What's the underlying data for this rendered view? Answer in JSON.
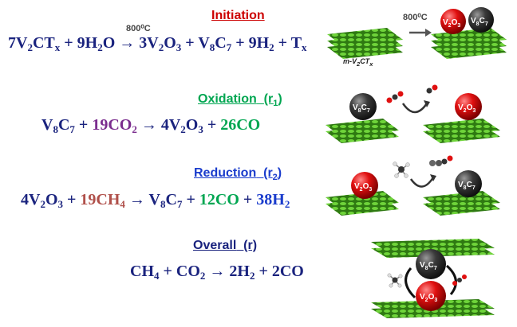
{
  "sections": {
    "initiation": {
      "heading": "Initiation",
      "condition": "800⁰C",
      "equation": {
        "r1": "7V",
        "r1a": "2",
        "r1b": "CT",
        "r1c": "x",
        "plus1": " + 9H",
        "plus1a": "2",
        "plus1b": "O ",
        "arrow": "→",
        "p1": " 3V",
        "p1a": "2",
        "p1b": "O",
        "p1c": "3",
        "p2": " + V",
        "p2a": "8",
        "p2b": "C",
        "p2c": "7",
        "p3": " + 9H",
        "p3a": "2",
        "p4": " + T",
        "p4a": "x"
      },
      "support_label_pre": "m-V",
      "support_label_sub": "2",
      "support_label_mid": "CT",
      "support_label_sub2": "x",
      "arrow_condition": "800⁰C"
    },
    "oxidation": {
      "heading": "Oxidation",
      "step": "(r",
      "step_sub": "1",
      "step_end": ")",
      "equation": {
        "a": "V",
        "a1": "8",
        "a2": "C",
        "a3": "7",
        "b": " + ",
        "c": "19CO",
        "c1": "2",
        "d": " → 4V",
        "d1": "2",
        "d2": "O",
        "d3": "3",
        "e": " + ",
        "f": "26CO"
      }
    },
    "reduction": {
      "heading": "Reduction",
      "step": "(r",
      "step_sub": "2",
      "step_end": ")",
      "equation": {
        "a": "4V",
        "a1": "2",
        "a2": "O",
        "a3": "3",
        "b": " + ",
        "c": "19CH",
        "c1": "4",
        "d": " → V",
        "d1": "8",
        "d2": "C",
        "d3": "7",
        "e": " + ",
        "f": "12CO",
        "g": " + ",
        "h": "38H",
        "h1": "2"
      }
    },
    "overall": {
      "heading": "Overall",
      "step": "(r)",
      "equation": {
        "a": "CH",
        "a1": "4",
        "b": " + CO",
        "b1": "2",
        "c": " → 2H",
        "c1": "2",
        "d": " + 2CO"
      }
    }
  },
  "particles": {
    "v2o3": {
      "main": "V",
      "s1": "2",
      "mid": "O",
      "s2": "3"
    },
    "v8c7": {
      "main": "V",
      "s1": "8",
      "mid": "C",
      "s2": "7"
    }
  },
  "colors": {
    "initiation": "#cc0000",
    "oxidation": "#00a651",
    "reduction": "#1a3ccc",
    "overall": "#1a237e",
    "equation": "#1a237e",
    "co2": "#7b2d8e",
    "ch4": "#b0504a",
    "co": "#00a651",
    "h2": "#1a3ccc",
    "v2o3_particle": "#e01010",
    "v8c7_particle": "#333333",
    "support_green": "#4caf24"
  }
}
